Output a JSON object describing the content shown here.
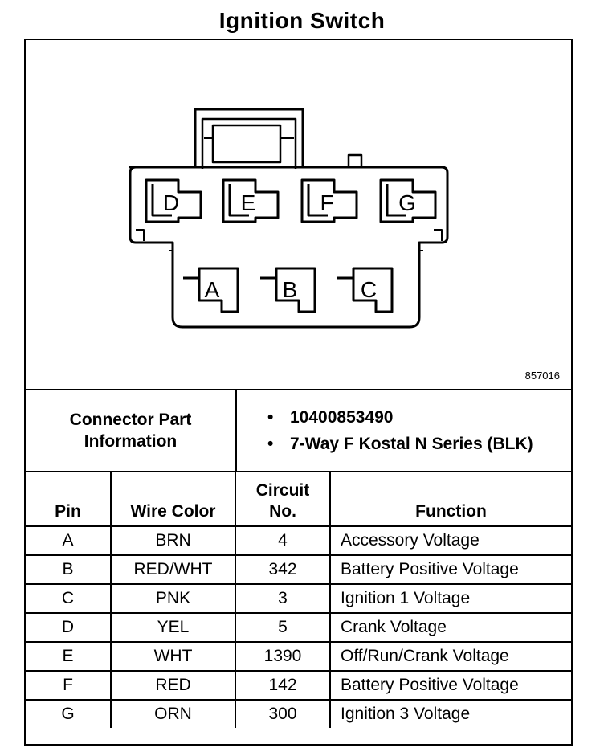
{
  "title": "Ignition Switch",
  "figure_number": "857016",
  "connector": {
    "pins_top": [
      "D",
      "E",
      "F",
      "G"
    ],
    "pins_bottom": [
      "A",
      "B",
      "C"
    ]
  },
  "connector_info": {
    "label": "Connector Part Information",
    "items": [
      "10400853490",
      "7-Way F Kostal N Series (BLK)"
    ]
  },
  "table": {
    "headers": {
      "pin": "Pin",
      "wire_color": "Wire Color",
      "circuit": "Circuit No.",
      "function": "Function"
    },
    "rows": [
      {
        "pin": "A",
        "wire_color": "BRN",
        "circuit": "4",
        "function": "Accessory Voltage"
      },
      {
        "pin": "B",
        "wire_color": "RED/WHT",
        "circuit": "342",
        "function": "Battery Positive Voltage"
      },
      {
        "pin": "C",
        "wire_color": "PNK",
        "circuit": "3",
        "function": "Ignition 1 Voltage"
      },
      {
        "pin": "D",
        "wire_color": "YEL",
        "circuit": "5",
        "function": "Crank Voltage"
      },
      {
        "pin": "E",
        "wire_color": "WHT",
        "circuit": "1390",
        "function": "Off/Run/Crank Voltage"
      },
      {
        "pin": "F",
        "wire_color": "RED",
        "circuit": "142",
        "function": "Battery Positive Voltage"
      },
      {
        "pin": "G",
        "wire_color": "ORN",
        "circuit": "300",
        "function": "Ignition 3 Voltage"
      }
    ]
  }
}
